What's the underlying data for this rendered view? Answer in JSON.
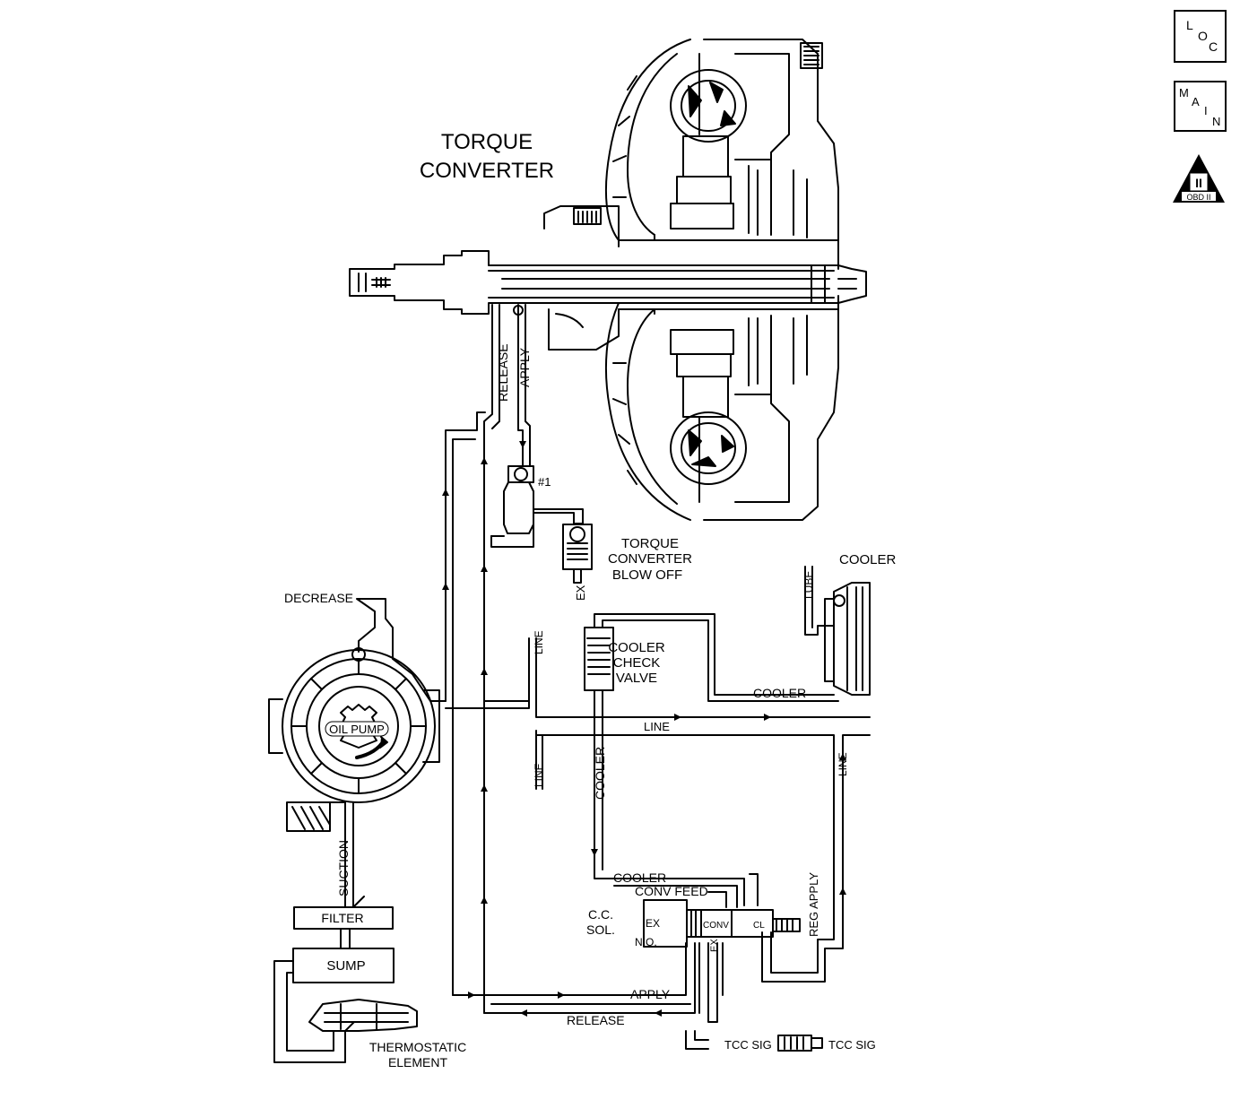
{
  "title": {
    "line1": "TORQUE",
    "line2": "CONVERTER"
  },
  "nav": {
    "loc": [
      "L",
      "O",
      "C"
    ],
    "main": [
      "M",
      "A",
      "I",
      "N"
    ],
    "obd_numeral": "II",
    "obd_text": "OBD II"
  },
  "labels": {
    "release": "RELEASE",
    "apply": "APPLY",
    "check_ball": "#1",
    "blowoff": [
      "TORQUE",
      "CONVERTER",
      "BLOW OFF"
    ],
    "ex": "EX",
    "decrease": "DECREASE",
    "oil_pump": "OIL PUMP",
    "line": "LINE",
    "cooler": "COOLER",
    "lube": "LUBE",
    "cooler_check_valve": [
      "COOLER",
      "CHECK",
      "VALVE"
    ],
    "suction": "SUCTION",
    "filter": "FILTER",
    "sump": "SUMP",
    "thermostatic": [
      "THERMOSTATIC",
      "ELEMENT"
    ],
    "conv_feed": "CONV FEED",
    "cc_sol": [
      "C.C.",
      "SOL."
    ],
    "sol_ex": "EX",
    "sol_no": "N.O.",
    "conv": "CONV",
    "cl": "CL",
    "reg_apply": "REG APPLY",
    "tcc_sig": "TCC SIG"
  },
  "colors": {
    "ink": "#000000",
    "paper": "#ffffff"
  }
}
